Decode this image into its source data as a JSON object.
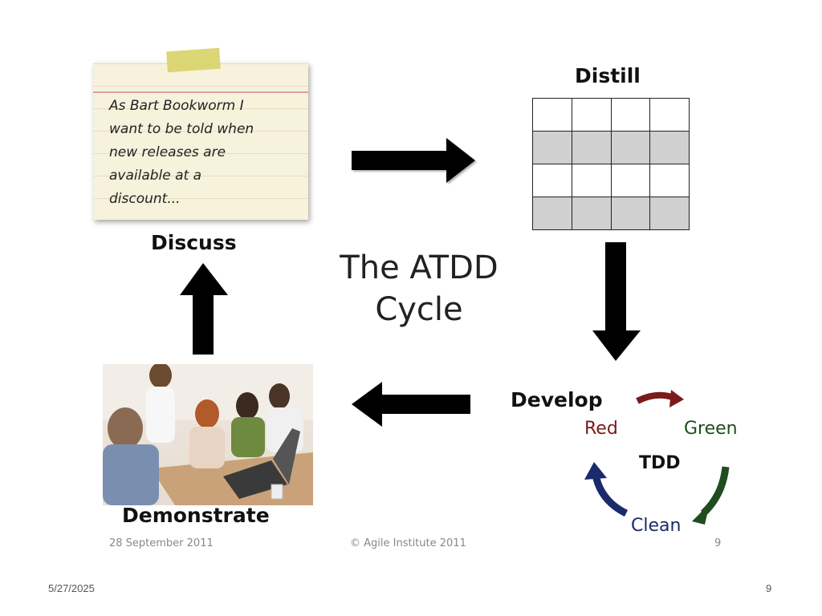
{
  "note": {
    "lines": [
      "As Bart Bookworm I",
      "want to be told when",
      "new releases are",
      "available at a",
      "discount..."
    ]
  },
  "labels": {
    "discuss": "Discuss",
    "distill": "Distill",
    "develop": "Develop",
    "demonstrate": "Demonstrate"
  },
  "center_title": [
    "The ATDD",
    "Cycle"
  ],
  "tdd": {
    "red": "Red",
    "green": "Green",
    "center": "TDD",
    "clean": "Clean",
    "colors": {
      "red": "#7a1a1a",
      "green": "#1f4d1f",
      "blue": "#1a2a6b"
    }
  },
  "slide_footer": {
    "date": "28 September 2011",
    "copyright": "© Agile Institute 2011",
    "page": "9"
  },
  "presentation_footer": {
    "date": "5/27/2025",
    "page": "9"
  }
}
